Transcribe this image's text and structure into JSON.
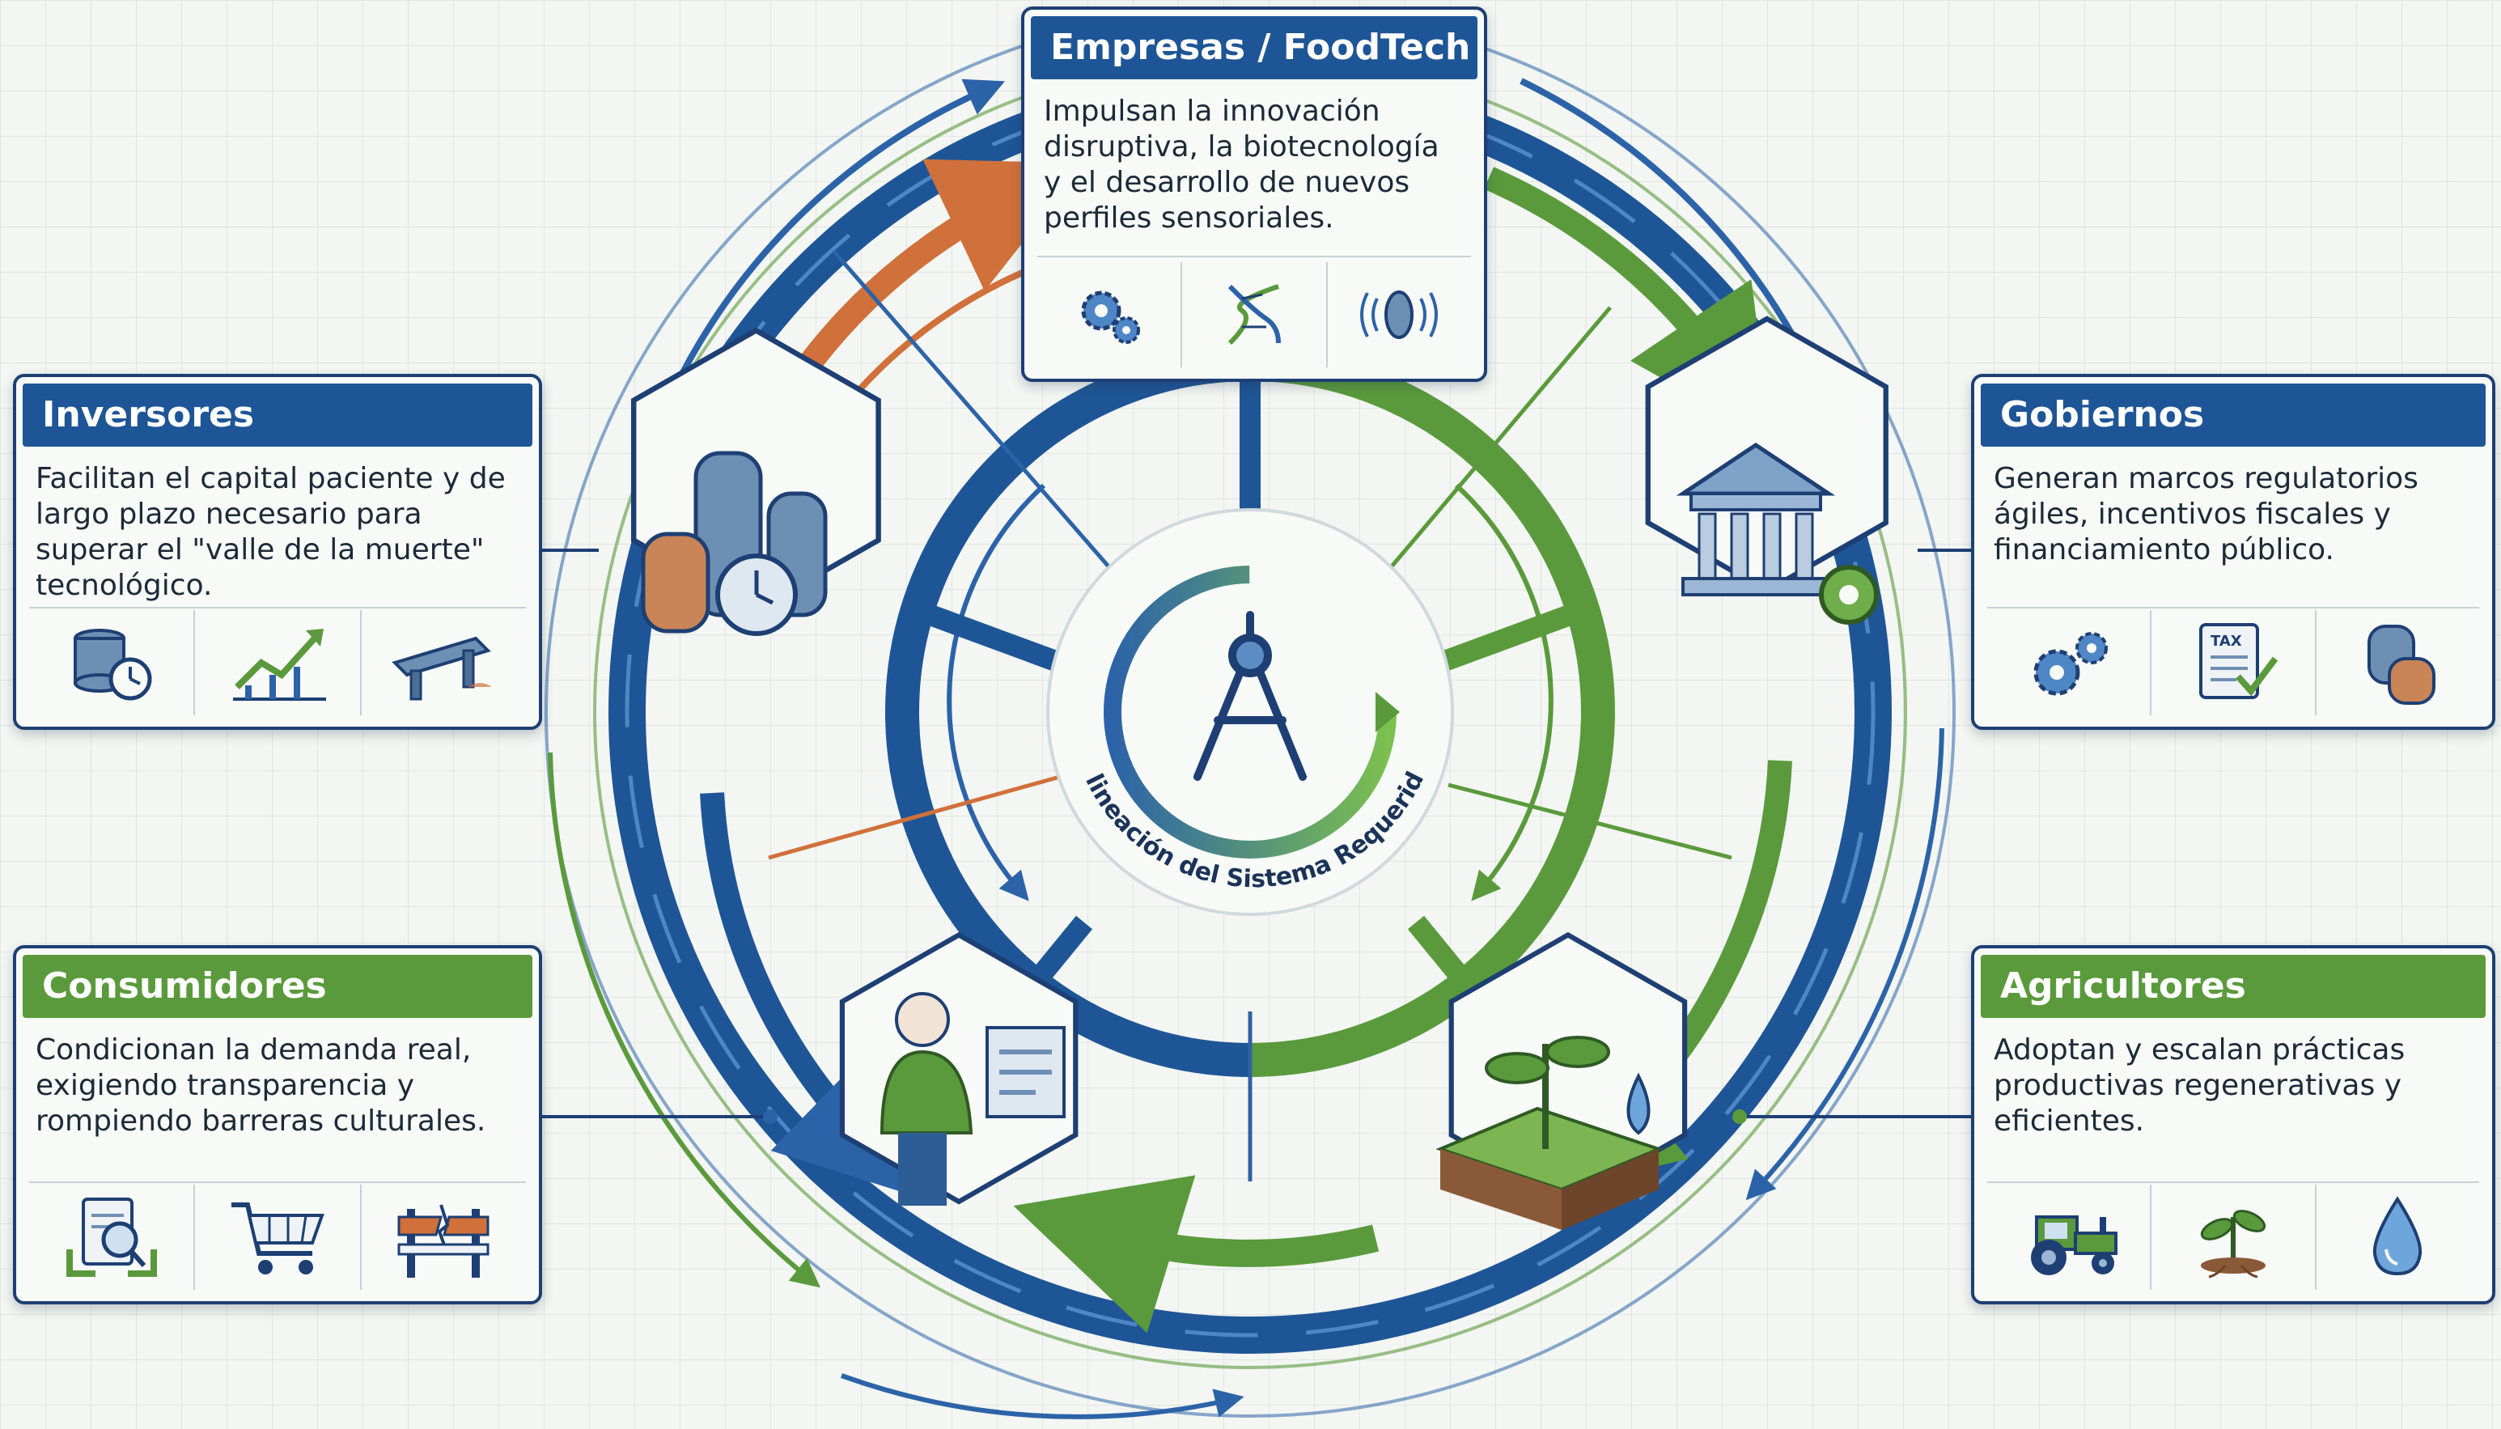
{
  "center": {
    "label": "Alineación del Sistema Requerida",
    "icon": "compass-icon"
  },
  "actors": {
    "empresas": {
      "title": "Empresas / FoodTech",
      "description": "Impulsan la innovación disruptiva, la biotecnología y el desarrollo de nuevos perfiles sensoriales.",
      "icons": [
        "gears-icon",
        "dna-icon",
        "sensor-icon"
      ],
      "header_color": "#1e5596"
    },
    "inversores": {
      "title": "Inversores",
      "description": "Facilitan el capital paciente y de largo plazo necesario para superar el \"valle de la muerte\" tecnológico.",
      "icons": [
        "database-clock-icon",
        "growth-chart-icon",
        "bridge-icon"
      ],
      "header_color": "#1e5596"
    },
    "gobiernos": {
      "title": "Gobiernos",
      "description": "Generan marcos regulatorios ágiles, incentivos fiscales y financiamiento público.",
      "icons": [
        "gears-icon",
        "tax-document-icon",
        "coins-icon"
      ],
      "tax_label": "TAX",
      "header_color": "#1e5596"
    },
    "consumidores": {
      "title": "Consumidores",
      "description": "Condicionan la demanda real, exigiendo transparencia y rompiendo barreras culturales.",
      "icons": [
        "document-search-icon",
        "shopping-cart-icon",
        "broken-barrier-icon"
      ],
      "header_color": "#5a9a3c"
    },
    "agricultores": {
      "title": "Agricultores",
      "description": "Adoptan y escalan prácticas productivas regenerativas y eficientes.",
      "icons": [
        "tractor-icon",
        "plant-icon",
        "water-drop-icon"
      ],
      "header_color": "#5a9a3c"
    }
  },
  "hexagons": [
    {
      "name": "hex-inversores-coins-clock",
      "icon": "coins-clock-icon"
    },
    {
      "name": "hex-gobiernos-building",
      "icon": "government-building-icon"
    },
    {
      "name": "hex-consumidores-person",
      "icon": "person-screen-icon"
    },
    {
      "name": "hex-agricultores-soil",
      "icon": "soil-plant-icon"
    }
  ],
  "colors": {
    "blue": "#1e5596",
    "green": "#5a9a3c",
    "orange": "#d0703a",
    "navy": "#1d3f73"
  }
}
